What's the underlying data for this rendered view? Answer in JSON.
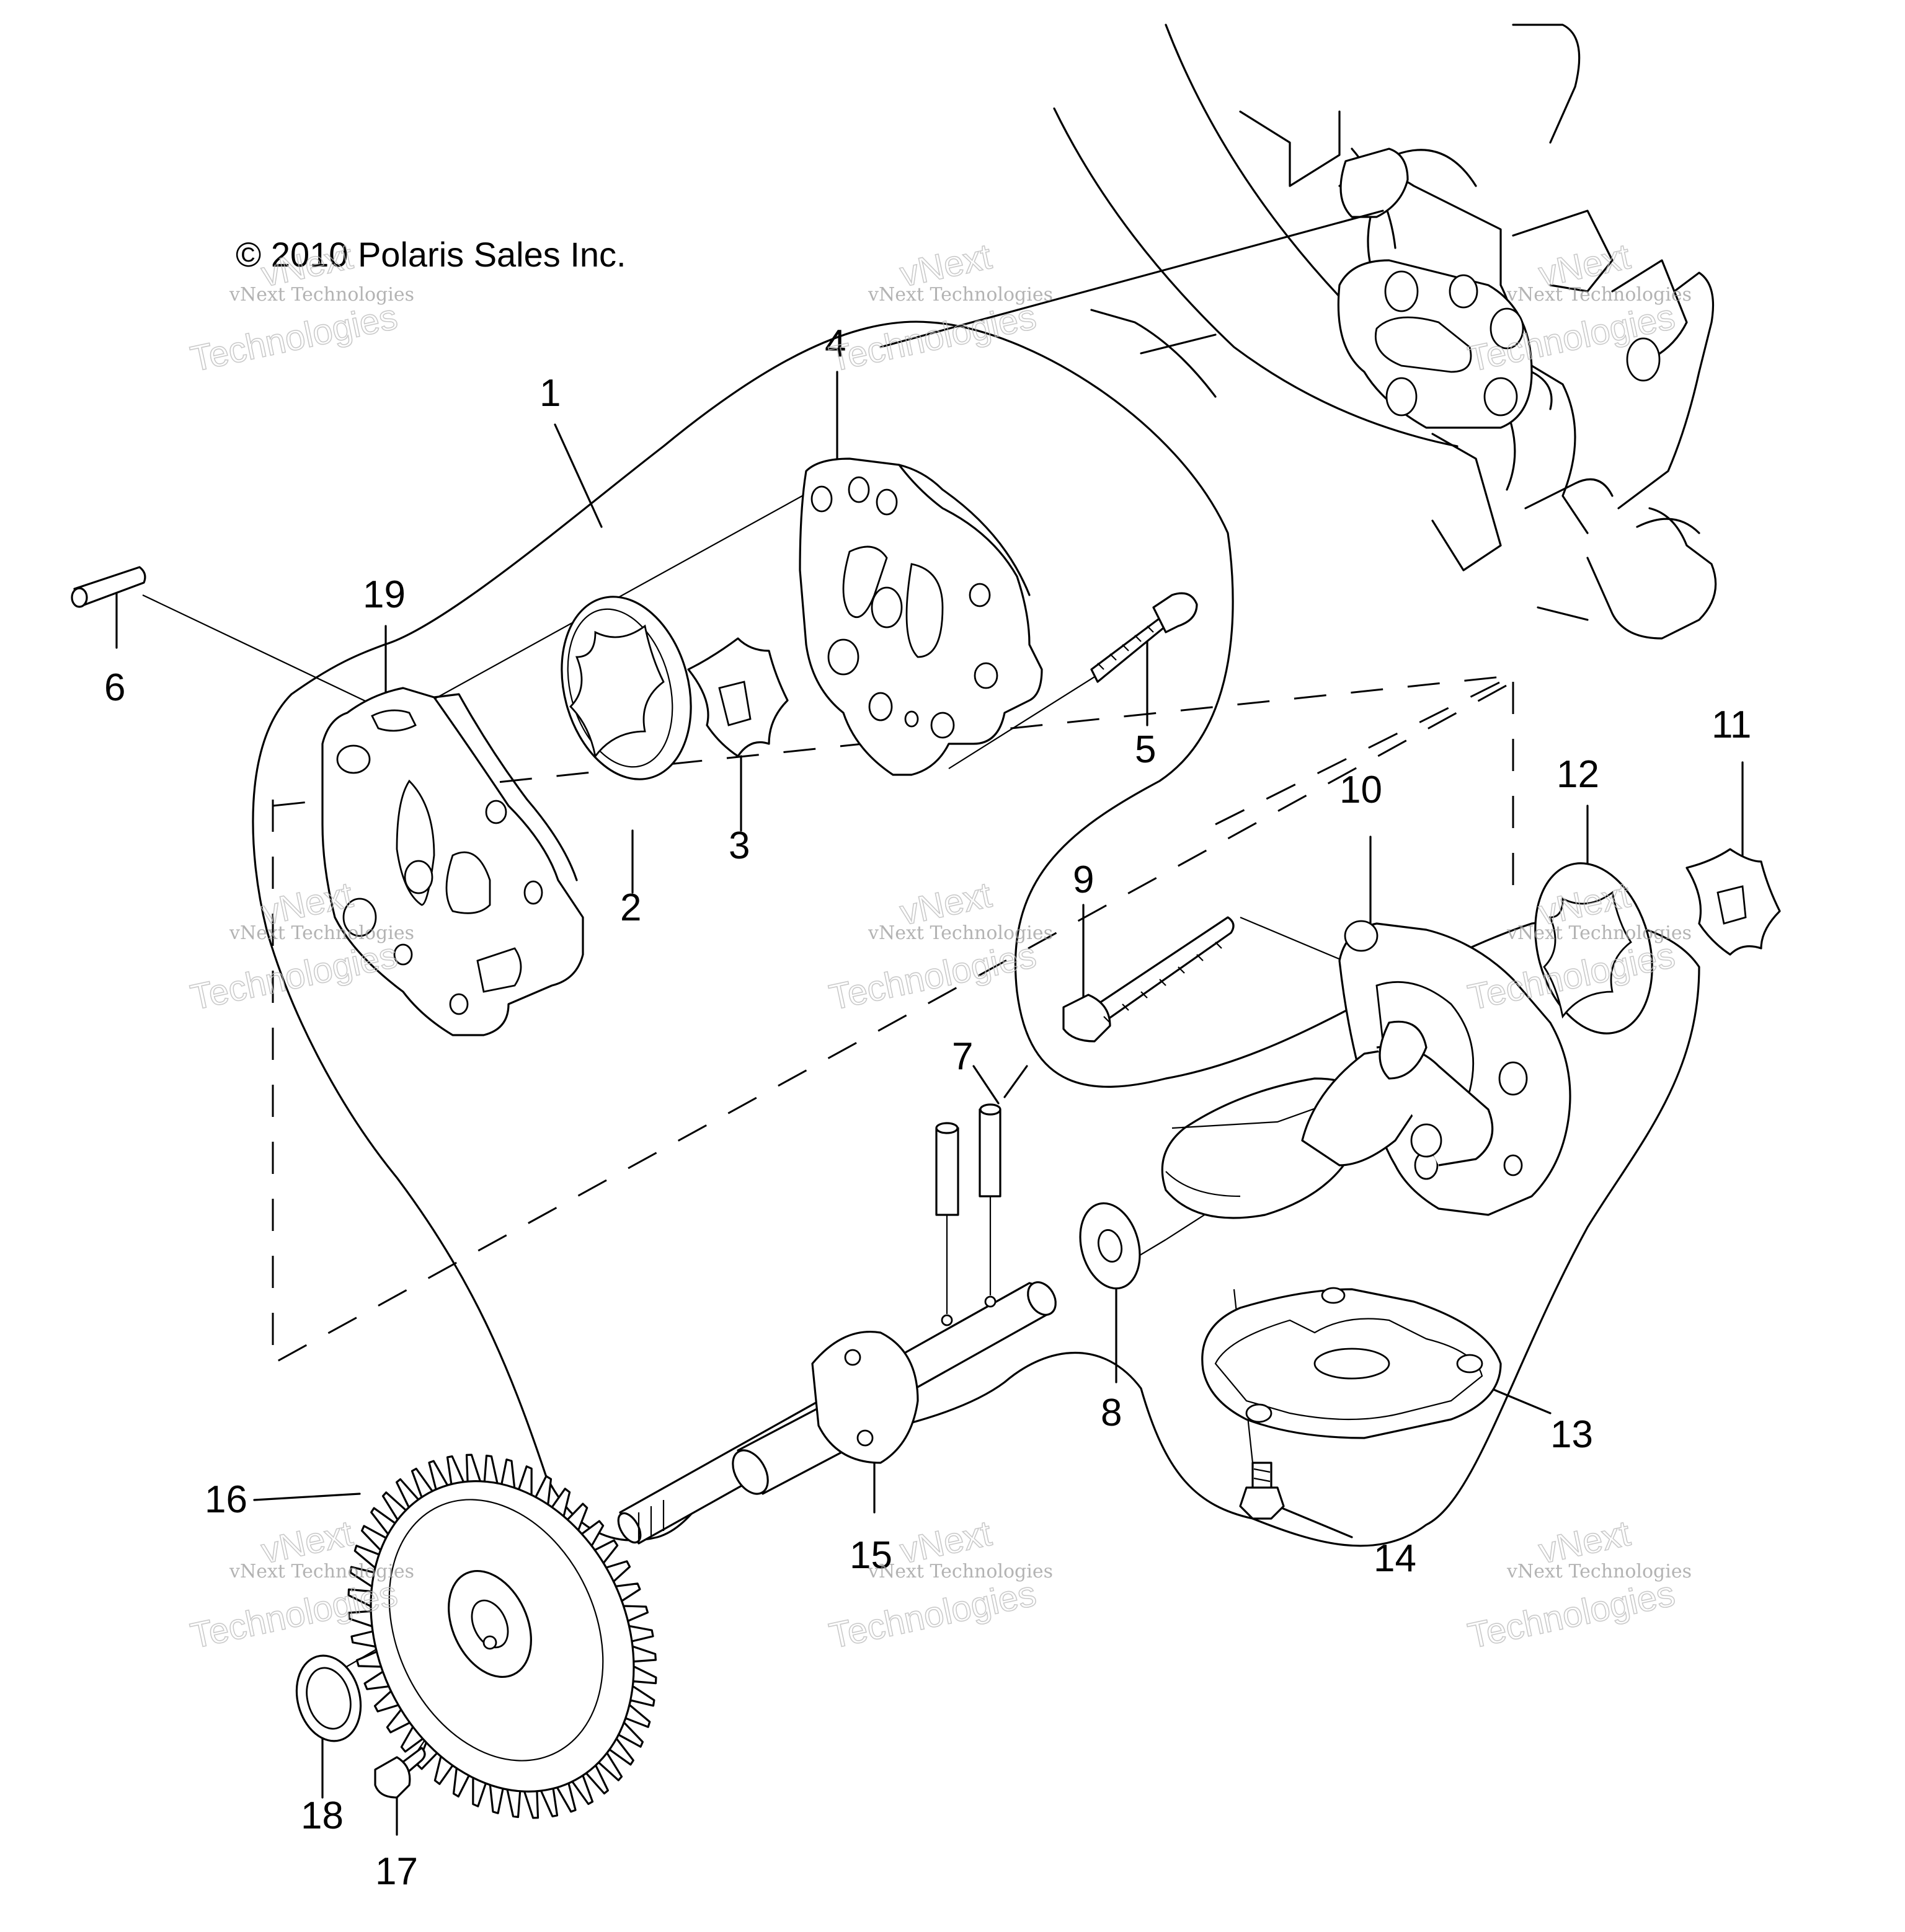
{
  "copyright": "© 2010 Polaris Sales Inc.",
  "watermark": {
    "line_small": "vNext Technologies",
    "line_top": "vNext",
    "line_bottom": "Technologies"
  },
  "callouts": [
    "1",
    "2",
    "3",
    "4",
    "5",
    "6",
    "7",
    "8",
    "9",
    "10",
    "11",
    "12",
    "13",
    "14",
    "15",
    "16",
    "17",
    "18",
    "19"
  ]
}
